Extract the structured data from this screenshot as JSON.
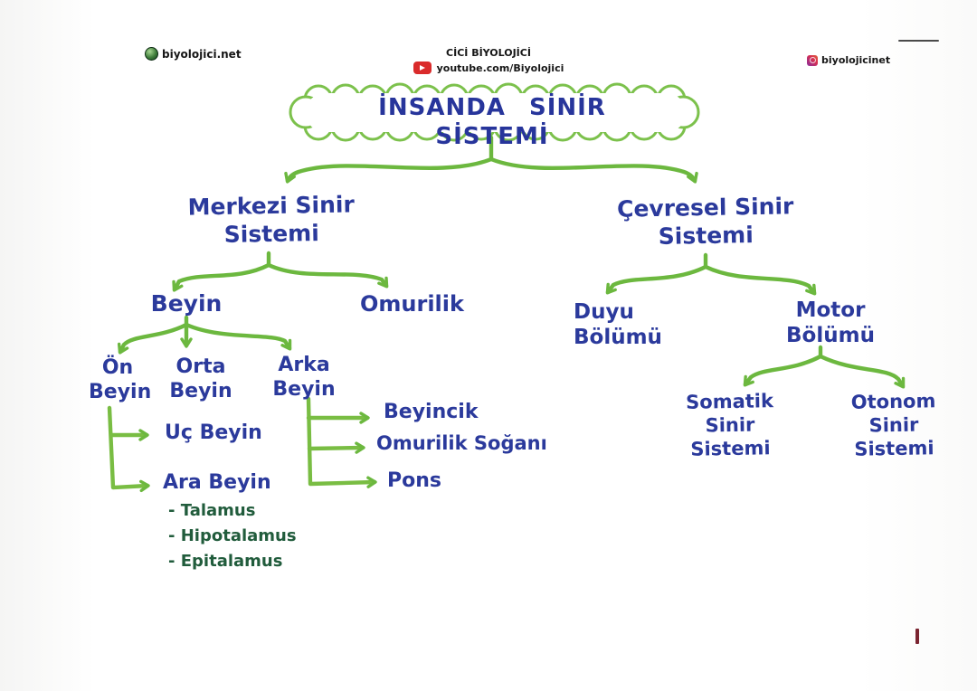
{
  "header": {
    "left": {
      "icon": "globe-icon",
      "label": "biyolojici.net"
    },
    "center": {
      "title": "CİCİ BİYOLOJİCİ",
      "icon": "youtube-icon",
      "channel": "youtube.com/Biyolojici"
    },
    "right": {
      "icon": "instagram-icon",
      "label": "biyolojicinet"
    }
  },
  "diagram": {
    "title": "İNSANDA SİNİR SİSTEMİ",
    "nodes": {
      "merkezi": {
        "line1": "Merkezi Sinir",
        "line2": "Sistemi"
      },
      "cevresel": {
        "line1": "Çevresel Sinir",
        "line2": "Sistemi"
      },
      "beyin": "Beyin",
      "omurilik": "Omurilik",
      "duyu": {
        "line1": "Duyu",
        "line2": "Bölümü"
      },
      "motor": {
        "line1": "Motor",
        "line2": "Bölümü"
      },
      "on_beyin": {
        "line1": "Ön",
        "line2": "Beyin"
      },
      "orta_beyin": {
        "line1": "Orta",
        "line2": "Beyin"
      },
      "arka_beyin": {
        "line1": "Arka",
        "line2": "Beyin"
      },
      "uc_beyin": "Uç Beyin",
      "ara_beyin": "Ara Beyin",
      "ara_beyin_items": [
        "- Talamus",
        "- Hipotalamus",
        "- Epitalamus"
      ],
      "beyincik": "Beyincik",
      "omurilik_sogani": "Omurilik Soğanı",
      "pons": "Pons",
      "somatik": {
        "line1": "Somatik",
        "line2": "Sinir",
        "line3": "Sistemi"
      },
      "otonom": {
        "line1": "Otonom",
        "line2": "Sinir",
        "line3": "Sistemi"
      }
    },
    "colors": {
      "arrow_green": "#6cb83f",
      "cloud_green": "#7cc14c",
      "text_blue": "#2b3a9c",
      "list_green": "#215c3c",
      "youtube_red": "#da2b2b"
    }
  }
}
